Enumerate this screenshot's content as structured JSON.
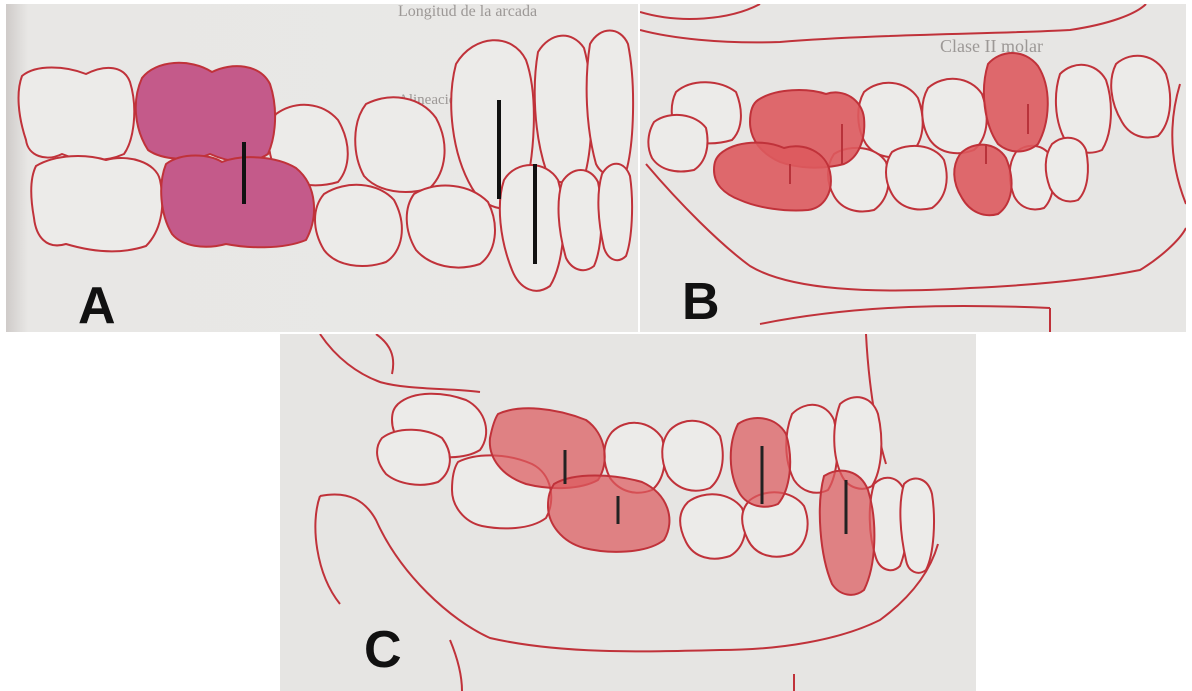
{
  "figure": {
    "panels": [
      {
        "id": "A",
        "label": "A"
      },
      {
        "id": "B",
        "label": "B"
      },
      {
        "id": "C",
        "label": "C"
      }
    ],
    "colors": {
      "outline": "#c0323a",
      "highlight_a": "#c45a8a",
      "highlight_bc": "#dd5a5e",
      "axis_line": "#111111",
      "page": "#e8e7e5"
    },
    "background_text": {
      "a_line1": "Longitud de la arcada",
      "a_line2": "Alineación.",
      "b_line1": "Clase II molar"
    }
  }
}
